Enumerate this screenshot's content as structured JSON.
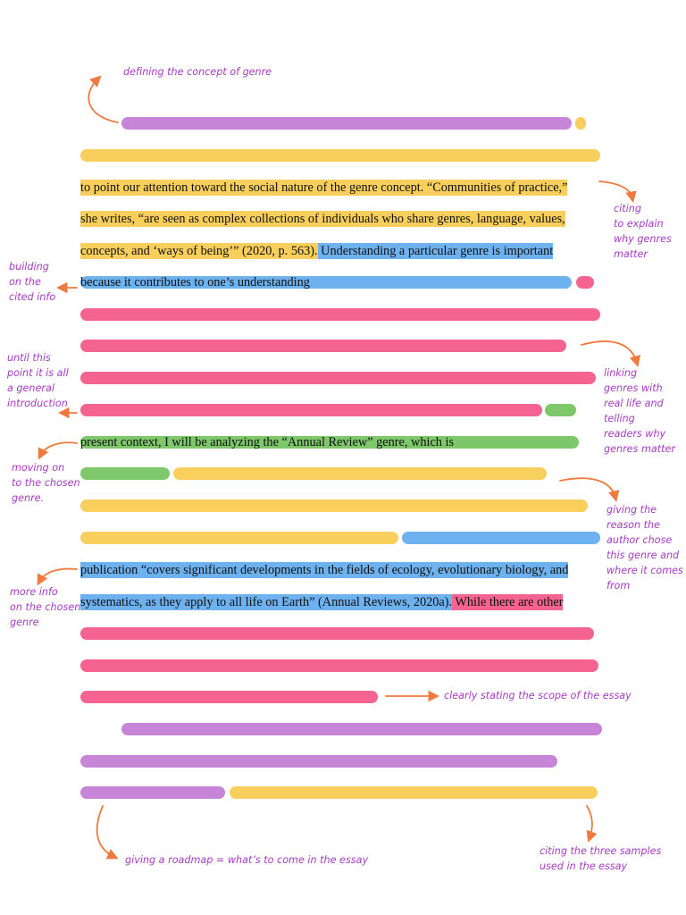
{
  "colors": {
    "purple": "#c785d8",
    "yellow": "#f8cf5c",
    "blue": "#6db1ef",
    "pink": "#f46391",
    "green": "#7ec76a",
    "annotation": "#a73bc4",
    "arrow": "#f07a3d"
  },
  "text_lines": {
    "line1": "to point our attention toward the social nature of the genre concept. “Communities of practice,”",
    "line2": "she writes, “are seen as complex collections of individuals who share genres, language, values,",
    "line3_yellow": "concepts, and ‘ways of being’” (2020, p. 563).",
    "line3_blue": " Understanding a particular genre is important",
    "line4": "because it contributes to one’s understanding",
    "line5": "present context, I will be analyzing the “Annual Review” genre, which is",
    "line6": "publication “covers significant developments in the fields of ecology, evolutionary biology, and",
    "line7_blue": "systematics, as they apply to all life on Earth” (Annual Reviews, 2020a).",
    "line7_pink": " While there are other"
  },
  "annotations": {
    "defining": "defining the concept of genre",
    "citing": "citing\nto explain\nwhy genres\nmatter",
    "building": "building\non the\ncited info",
    "general_intro": "until this\npoint it is all\na general\nintroduction",
    "linking": "linking\ngenres with\nreal life and\ntelling\nreaders why\ngenres matter",
    "moving_on": "moving on\nto the chosen\ngenre.",
    "reason": "giving the\nreason the\nauthor chose\nthis genre and\nwhere it comes\nfrom",
    "more_info": "more info\non the chosen\ngenre",
    "scope": "clearly stating the scope of the essay",
    "roadmap": "giving a roadmap = what’s to come in the essay",
    "three_samples": "citing the three samples\nused in the essay"
  }
}
